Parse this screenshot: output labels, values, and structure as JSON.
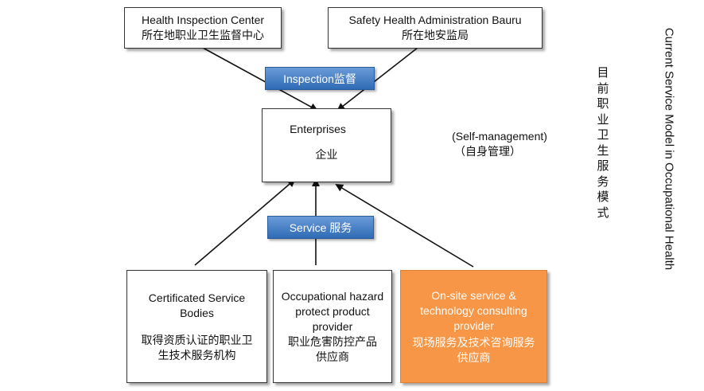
{
  "top_left": {
    "en": "Health Inspection Center",
    "zh": "所在地职业卫生监督中心"
  },
  "top_right": {
    "en": "Safety Health Administration  Bauru",
    "zh": "所在地安监局"
  },
  "inspection_tag": "Inspection监督",
  "enterprises": {
    "en": "Enterprises",
    "zh": "企业"
  },
  "self_management": {
    "en": "(Self-management)",
    "zh": "（自身管理）"
  },
  "service_tag": "Service 服务",
  "bottom_left": {
    "en": "Certificated Service Bodies",
    "zh": "取得资质认证的职业卫生技术服务机构"
  },
  "bottom_mid": {
    "en": "Occupational hazard protect product provider",
    "zh": "职业危害防控产品供应商"
  },
  "bottom_right": {
    "en": "On-site service & technology consulting provider",
    "zh": "现场服务及技术咨询服务供应商"
  },
  "vertical_zh": "目前职业卫生服务模式",
  "vertical_en": "Current Service Model in Occupational Health",
  "colors": {
    "tag_blue": "#3a78c2",
    "highlight_orange": "#f79646"
  }
}
